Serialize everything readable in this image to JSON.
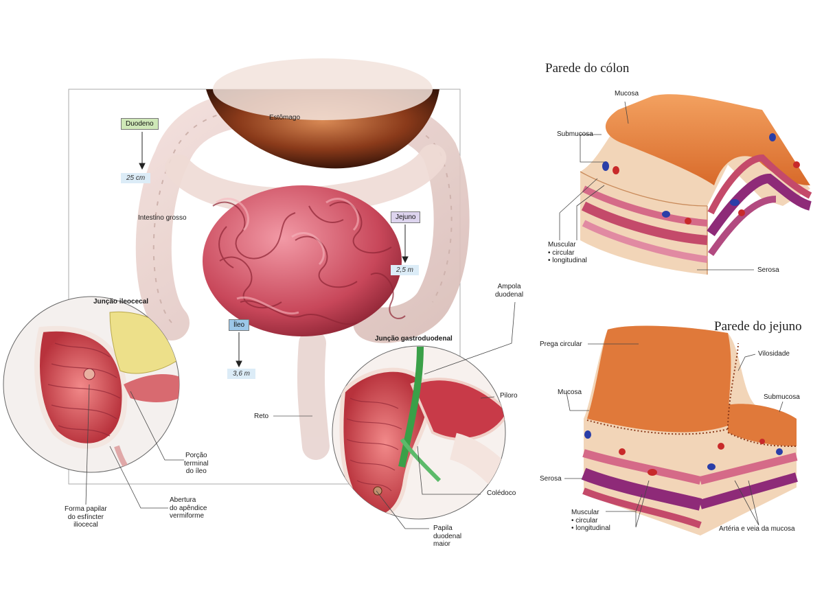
{
  "main": {
    "estomago": "Estômago",
    "intestino_grosso": "Intestino grosso",
    "reto": "Reto",
    "duodeno": {
      "label": "Duodeno",
      "length": "25 cm"
    },
    "jejuno": {
      "label": "Jejuno",
      "length": "2,5 m"
    },
    "ileo": {
      "label": "Íleo",
      "length": "3,6 m"
    }
  },
  "ileocecal": {
    "title": "Junção ileocecal",
    "porcao_terminal": [
      "Porção",
      "terminal",
      "do íleo"
    ],
    "abertura": [
      "Abertura",
      "do apêndice",
      "vermiforme"
    ],
    "forma_papilar": [
      "Forma papilar",
      "do esfíncter",
      "iliocecal"
    ]
  },
  "gastroduodenal": {
    "title": "Junção gastroduodenal",
    "ampola": [
      "Ampola",
      "duodenal"
    ],
    "piloro": "Piloro",
    "coledoco": "Colédoco",
    "papila": [
      "Papila",
      "duodenal",
      "maior"
    ]
  },
  "colon": {
    "title": "Parede do cólon",
    "mucosa": "Mucosa",
    "submucosa": "Submucosa",
    "muscular": [
      "Muscular",
      "• circular",
      "• longitudinal"
    ],
    "serosa": "Serosa"
  },
  "jejuno_wall": {
    "title": "Parede do jejuno",
    "prega": "Prega circular",
    "vilosidade": "Vilosidade",
    "mucosa": "Mucosa",
    "submucosa": "Submucosa",
    "serosa": "Serosa",
    "muscular": [
      "Muscular",
      "• circular",
      "• longitudinal"
    ],
    "arteria": "Artéria e veia da mucosa"
  },
  "colors": {
    "tag_duodeno": "#cfe8b8",
    "tag_jejuno": "#ddd4ee",
    "tag_ileo": "#9cc7e8",
    "meas_bg": "#dcecf7",
    "intestine": "#c8475a",
    "mucosa_orange": "#e0793a"
  }
}
